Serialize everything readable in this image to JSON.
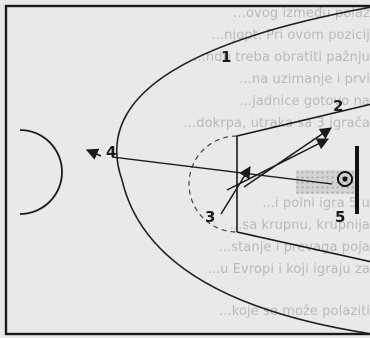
{
  "background_text": [
    "...ovog između polaz",
    "...njopt. Pri ovom pozicij",
    "...ndu treba obratiti pažnju",
    "...na uzimanje i prvi",
    "...jadnice gotovo na",
    "...dokrpa, utraka sa 3 igrača",
    "...i polni igra 5 u",
    "...sa krupnu, krupnija",
    "...stanje i prevaga poja",
    "...u Evropi i koji igraju za",
    "...koje se može polaziti"
  ],
  "diagram": {
    "player_labels": [
      "1",
      "2",
      "3",
      "4",
      "5"
    ]
  }
}
